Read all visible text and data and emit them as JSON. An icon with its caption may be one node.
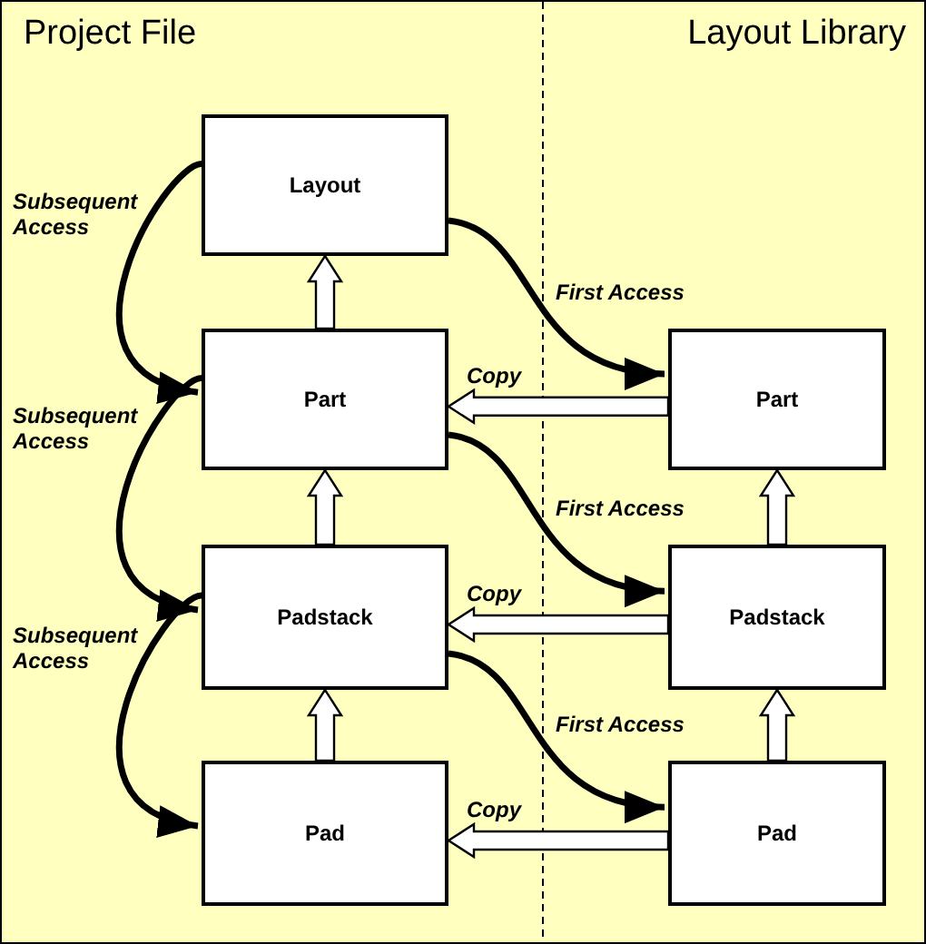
{
  "diagram": {
    "nodes": [
      {
        "text": [
          "Layout"
        ]
      },
      {
        "text": [
          "Part"
        ]
      },
      {
        "text": [
          "Padstack"
        ]
      },
      {
        "text": [
          "Pad"
        ]
      },
      {
        "text": [
          "Part"
        ]
      },
      {
        "text": [
          "Padstack"
        ]
      },
      {
        "text": [
          "Pad"
        ]
      }
    ],
    "edges": [
      {
        "from": 1,
        "to": 0,
        "arrow": "to"
      },
      {
        "from": 2,
        "to": 1,
        "arrow": "to"
      },
      {
        "from": 3,
        "to": 2,
        "arrow": "to"
      },
      {
        "from": 5,
        "to": 4,
        "arrow": "to"
      },
      {
        "from": 6,
        "to": 5,
        "arrow": "to"
      },
      {
        "from": 4,
        "to": 1,
        "arrow": "to",
        "label": "Copy"
      },
      {
        "from": 5,
        "to": 2,
        "arrow": "to",
        "label": "Copy"
      },
      {
        "from": 6,
        "to": 3,
        "arrow": "to",
        "label": "Copy"
      },
      {
        "from": 0,
        "to": 1,
        "arrow": "to",
        "label": "Subsequent Access"
      },
      {
        "from": 1,
        "to": 2,
        "arrow": "to",
        "label": "Subsequent Access"
      },
      {
        "from": 2,
        "to": 3,
        "arrow": "to",
        "label": "Subsequent Access"
      },
      {
        "from": 0,
        "to": 4,
        "arrow": "to",
        "label": "First Access"
      },
      {
        "from": 1,
        "to": 5,
        "arrow": "to",
        "label": "First Access"
      },
      {
        "from": 2,
        "to": 6,
        "arrow": "to",
        "label": "First Access"
      }
    ],
    "labels": [
      "Project File",
      "Layout Library"
    ]
  }
}
